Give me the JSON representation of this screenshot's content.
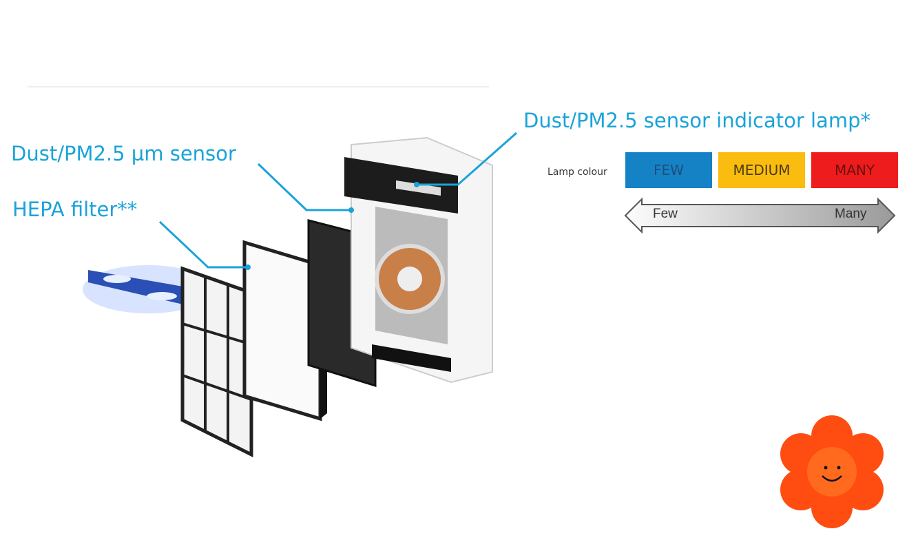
{
  "callouts": {
    "indicator_lamp": "Dust/PM2.5 sensor indicator lamp*",
    "sensor": "Dust/PM2.5 µm sensor",
    "hepa": "HEPA filter**"
  },
  "legend": {
    "label": "Lamp colour",
    "levels": [
      {
        "text": "FEW",
        "color": "#1582c5",
        "text_color": "#1d4f7a"
      },
      {
        "text": "MEDIUM",
        "color": "#fbbc10",
        "text_color": "#4a3c10"
      },
      {
        "text": "MANY",
        "color": "#ee1c1c",
        "text_color": "#6b1010"
      }
    ],
    "arrow_left": "Few",
    "arrow_right": "Many"
  },
  "accent": "#1aa3d9"
}
